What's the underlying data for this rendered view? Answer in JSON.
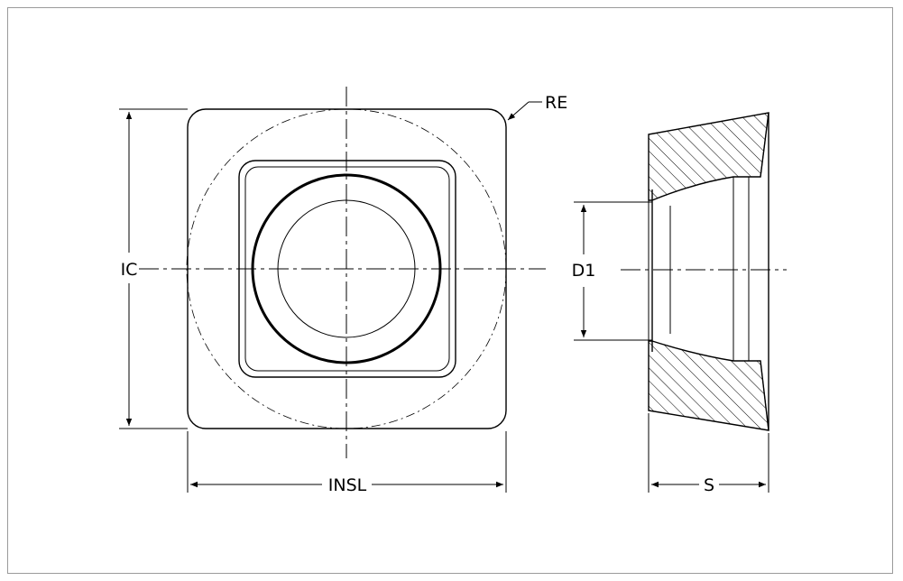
{
  "labels": {
    "re": "RE",
    "ic": "IC",
    "insl": "INSL",
    "d1": "D1",
    "s": "S"
  }
}
